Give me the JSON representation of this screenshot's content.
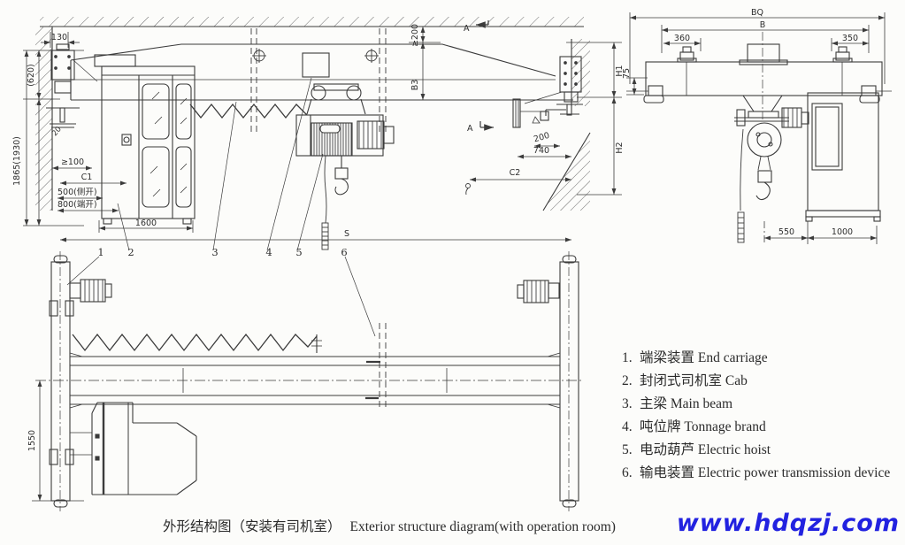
{
  "colors": {
    "line": "#3b3b3b",
    "text": "#2e2e2e",
    "website_blue": "#2222e0",
    "background": "#fcfcfa"
  },
  "dims": {
    "side_130": "130",
    "side_620": "(620)",
    "side_1865": "1865(1930)",
    "side_20": "20",
    "side_ge100": "≥100",
    "side_c1": "C1",
    "side_500": "500(侧开)",
    "side_800": "800(端开)",
    "side_1600": "1600",
    "side_ge200": "≥200",
    "side_b3": "B3",
    "side_a": "A",
    "side_h1": "H1",
    "side_h2": "H2",
    "side_200": "200",
    "side_740": "740",
    "side_c2": "C2",
    "side_s": "S",
    "end_bq": "BQ",
    "end_b": "B",
    "end_360": "360",
    "end_350": "350",
    "end_75": "75",
    "end_550": "550",
    "end_1000": "1000",
    "plan_1550": "1550"
  },
  "parts": {
    "n1": "1",
    "n2": "2",
    "n3": "3",
    "n4": "4",
    "n5": "5",
    "n6": "6"
  },
  "legend": {
    "items": [
      {
        "num": "1.",
        "zh": "端梁装置",
        "en": "End carriage"
      },
      {
        "num": "2.",
        "zh": "封闭式司机室",
        "en": "Cab"
      },
      {
        "num": "3.",
        "zh": "主梁",
        "en": "Main beam"
      },
      {
        "num": "4.",
        "zh": "吨位牌",
        "en": "Tonnage brand"
      },
      {
        "num": "5.",
        "zh": "电动葫芦",
        "en": "Electric hoist"
      },
      {
        "num": "6.",
        "zh": "输电装置",
        "en": "Electric power transmission device"
      }
    ]
  },
  "caption": {
    "zh": "外形结构图（安装有司机室）",
    "en": "Exterior structure diagram(with operation room)"
  },
  "website": {
    "text": "www.hdqzj.com"
  }
}
